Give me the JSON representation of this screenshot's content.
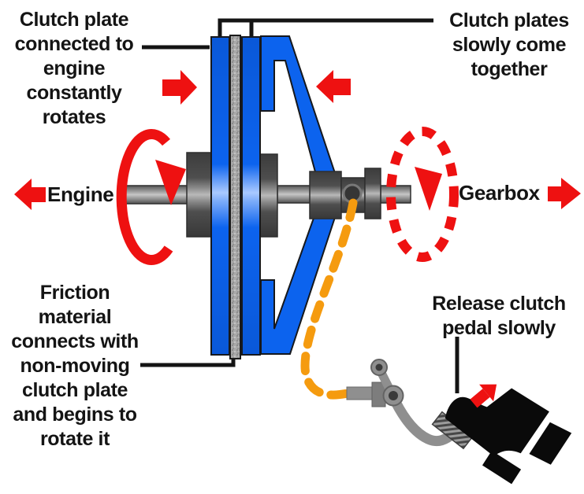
{
  "title": "Clutch operation diagram",
  "labels": {
    "clutch_plate_engine": "Clutch plate\nconnected to\nengine\nconstantly\nrotates",
    "clutch_plates_together": "Clutch plates\nslowly come\ntogether",
    "engine": "Engine",
    "gearbox": "Gearbox",
    "friction_material": "Friction\nmaterial\nconnects with\nnon-moving\nclutch plate\nand begins to\nrotate it",
    "release_pedal": "Release clutch\npedal slowly"
  },
  "colors": {
    "ink": "#141414",
    "red": "#ee1111",
    "blue": "#0c63ee",
    "blue_light": "#8fb9fb",
    "orange": "#f59b0f",
    "steel_dark": "#4a4a4a",
    "steel_mid": "#8f8f8f",
    "friction_gray": "#a8a8a8",
    "boot_black": "#0a0a0a",
    "background": "#ffffff"
  },
  "icons": {
    "arrows": [
      {
        "name": "push-arrow-left-plate",
        "direction": "right",
        "style": "solid-red"
      },
      {
        "name": "push-arrow-right-plate",
        "direction": "left",
        "style": "solid-red"
      },
      {
        "name": "engine-direction-arrow",
        "direction": "left",
        "style": "solid-red"
      },
      {
        "name": "gearbox-direction-arrow",
        "direction": "right",
        "style": "solid-red"
      },
      {
        "name": "pedal-release-arrow",
        "direction": "up-right",
        "style": "solid-red"
      },
      {
        "name": "engine-rotation-arrow",
        "direction": "down",
        "style": "solid-red-loop"
      },
      {
        "name": "gearbox-rotation-arrow",
        "direction": "down",
        "style": "dashed-red-loop"
      }
    ]
  }
}
